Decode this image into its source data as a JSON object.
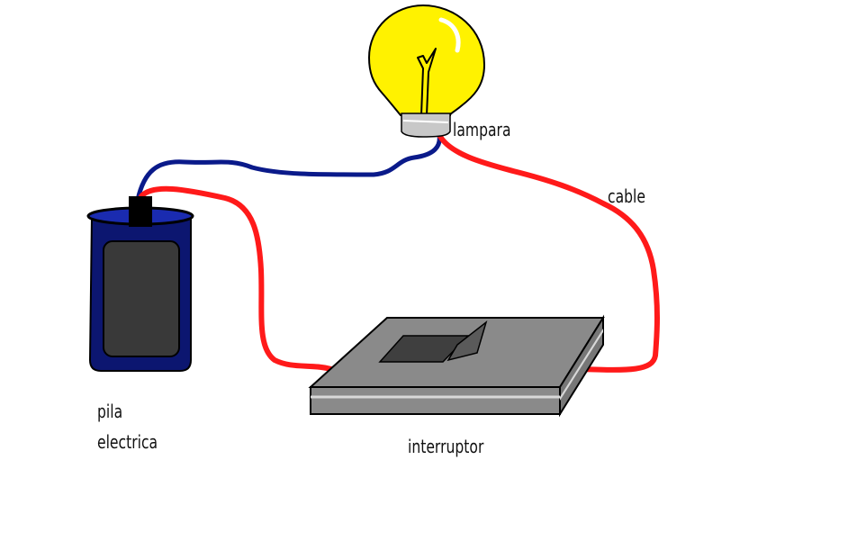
{
  "labels": {
    "lamp": "lampara",
    "cable": "cable",
    "battery_line1": "pila",
    "battery_line2": "electrica",
    "switch": "interruptor"
  },
  "colors": {
    "positive_wire": "#ff1a1a",
    "negative_wire": "#0a1a8a",
    "bulb_glass": "#fff200",
    "bulb_base": "#c8c8c8",
    "battery_body": "#0c1670",
    "battery_panel": "#393939",
    "switch_body": "#8a8a8a",
    "switch_dark": "#4a4a4a",
    "outline": "#000000"
  }
}
